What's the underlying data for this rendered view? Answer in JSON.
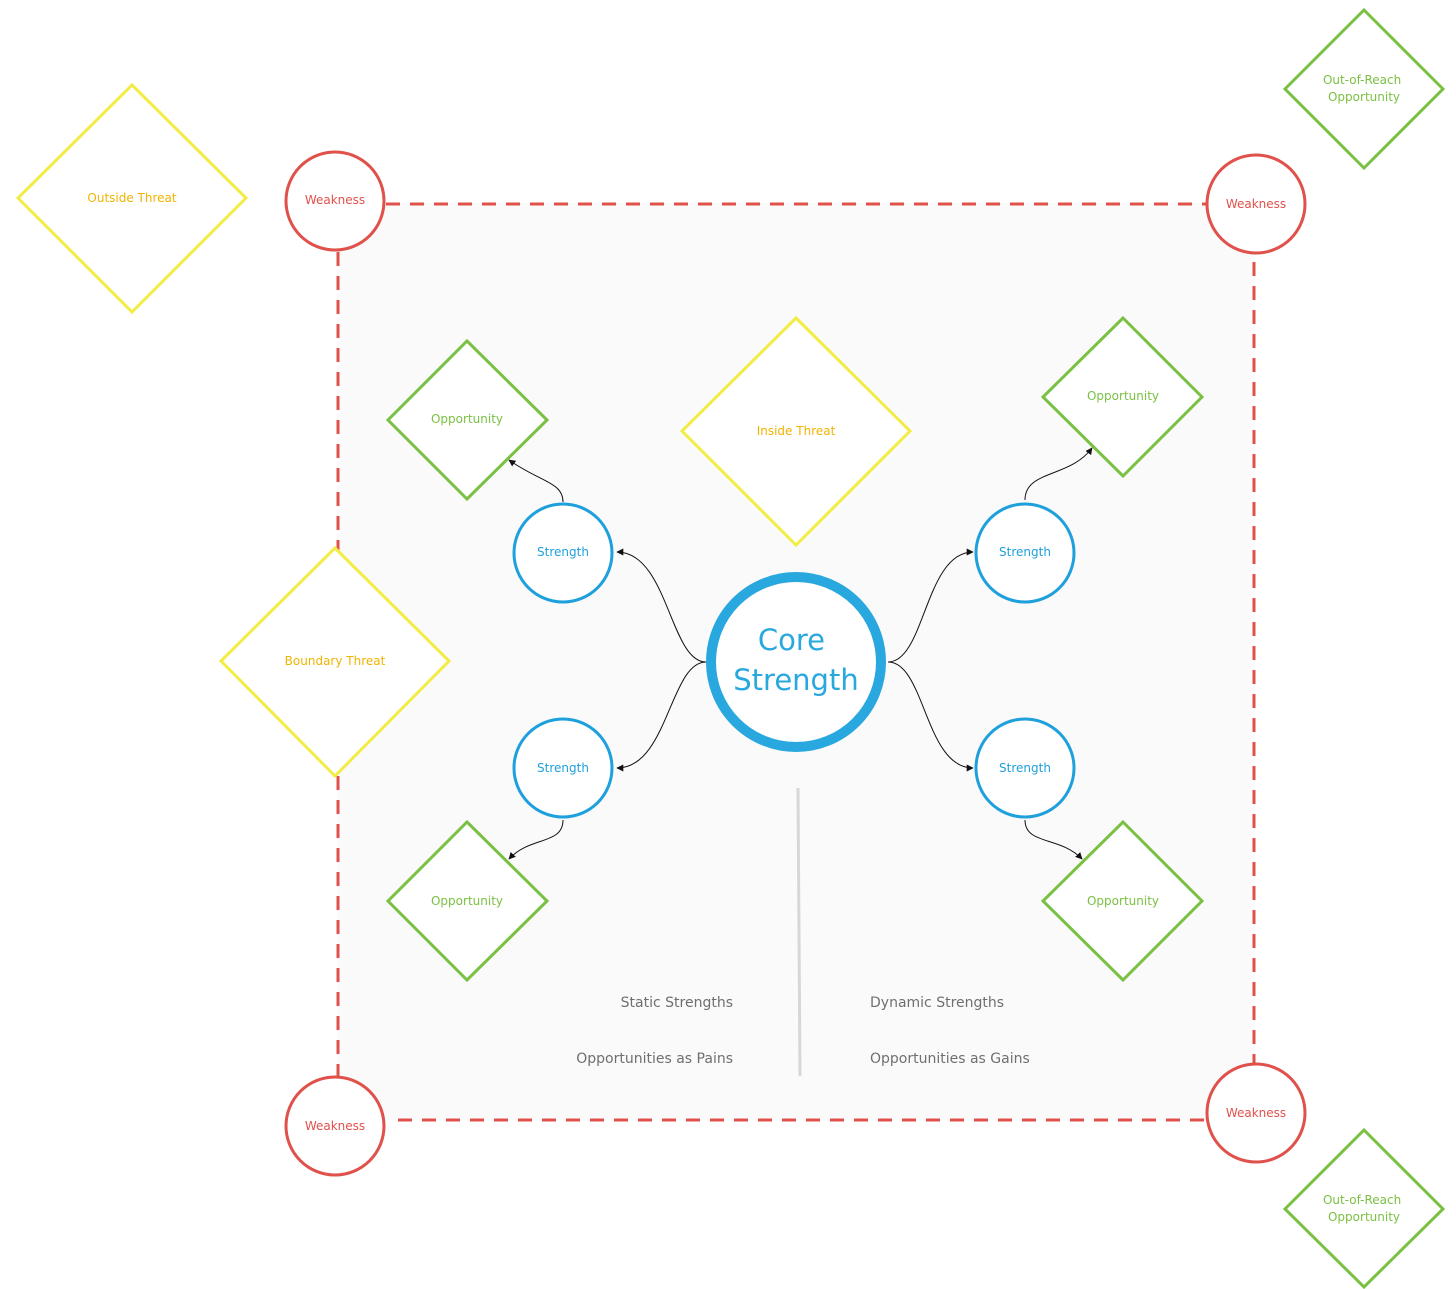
{
  "colors": {
    "weakness": "#e0514b",
    "threat_stroke": "#f2ec44",
    "threat_text": "#f0b400",
    "opportunity": "#7ac143",
    "strength": "#1ea0dc",
    "core_ring": "#29a8df",
    "boundary_fill": "#fafafa",
    "caption": "#6f6f6f",
    "divider": "#d7d7d7",
    "connector": "#111111"
  },
  "nodes": {
    "weakness_top_left": "Weakness",
    "weakness_top_right": "Weakness",
    "weakness_bottom_left": "Weakness",
    "weakness_bottom_right": "Weakness",
    "outside_threat": "Outside Threat",
    "inside_threat": "Inside Threat",
    "boundary_threat": "Boundary Threat",
    "out_of_reach_top": [
      "Out-of-Reach",
      "Opportunity"
    ],
    "out_of_reach_bottom": [
      "Out-of-Reach",
      "Opportunity"
    ],
    "opportunity_top_left": "Opportunity",
    "opportunity_top_right": "Opportunity",
    "opportunity_bottom_left": "Opportunity",
    "opportunity_bottom_right": "Opportunity",
    "strength_top_left": "Strength",
    "strength_top_right": "Strength",
    "strength_bottom_left": "Strength",
    "strength_bottom_right": "Strength",
    "core_strength": [
      "Core",
      "Strength"
    ]
  },
  "captions": {
    "static_strengths": "Static Strengths",
    "dynamic_strengths": "Dynamic Strengths",
    "opportunities_pains": "Opportunities as Pains",
    "opportunities_gains": "Opportunities as Gains"
  }
}
